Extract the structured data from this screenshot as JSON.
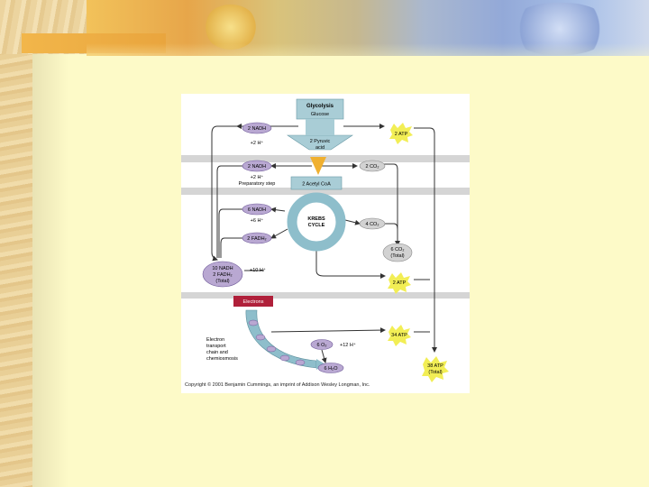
{
  "slide": {
    "background_color": "#fdfac8",
    "banner_colors": [
      "#f2c25a",
      "#93a9d8"
    ]
  },
  "figure": {
    "glycolysis_title": "Glycolysis",
    "glycolysis_sub": "Glucose",
    "pyruvic": [
      "2 Pyruvic",
      "acid"
    ],
    "acetyl": "2 Acetyl CoA",
    "krebs": [
      "KREBS",
      "CYCLE"
    ],
    "electrons": "Electrons",
    "etc": [
      "Electron",
      "transport",
      "chain and",
      "chemiosmosis"
    ],
    "nadh1": "2 NADH",
    "h1": "+2 H⁺",
    "nadh2": "2 NADH",
    "h2": "+2 H⁺",
    "prep": "Preparatory step",
    "nadh3": "6 NADH",
    "h3": "+6 H⁺",
    "fadh": "2 FADH₂",
    "total_nadh": [
      "10 NADH",
      "2 FADH₂",
      "(Total)"
    ],
    "h_total": "+10 H⁺",
    "atp1": "2 ATP",
    "co2a": "2 CO₂",
    "co2b": "4 CO₂",
    "co2_total": [
      "6 CO₂",
      "(Total)"
    ],
    "atp2": "2 ATP",
    "atp3": "34 ATP",
    "atp_total": [
      "38 ATP",
      "(Total)"
    ],
    "o2": "6 O₂",
    "h12": "+12 H⁺",
    "water": "6 H₂O",
    "copyright": "Copyright © 2001 Benjamin Cummings, an imprint of Addison Wesley Longman, Inc.",
    "colors": {
      "box": "#a9cdd6",
      "nadh": "#b9a8d2",
      "atp": "#f2ee55",
      "co2": "#d2d2d2",
      "electrons": "#b0203a",
      "arrow": "#f0b030"
    }
  }
}
